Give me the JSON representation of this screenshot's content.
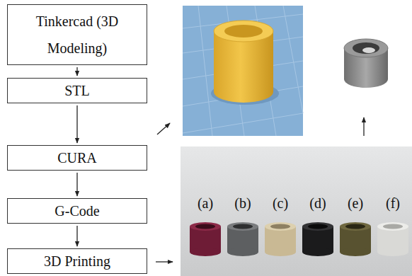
{
  "diagram": {
    "nodes": [
      {
        "text": [
          "Tinkercad (3D Modeling)"
        ]
      },
      {
        "text": [
          "STL"
        ]
      },
      {
        "text": [
          "CURA"
        ]
      },
      {
        "text": [
          "G-Code"
        ]
      },
      {
        "text": [
          "3D Printing"
        ]
      }
    ],
    "edges": [
      {
        "from": 0,
        "to": 1,
        "arrow": "to"
      },
      {
        "from": 1,
        "to": 2,
        "arrow": "to"
      },
      {
        "from": 2,
        "to": 3,
        "arrow": "to"
      },
      {
        "from": 3,
        "to": 4,
        "arrow": "to"
      }
    ],
    "labels": [
      "(a)",
      "(b)",
      "(c)",
      "(d)",
      "(e)",
      "(f)"
    ]
  }
}
